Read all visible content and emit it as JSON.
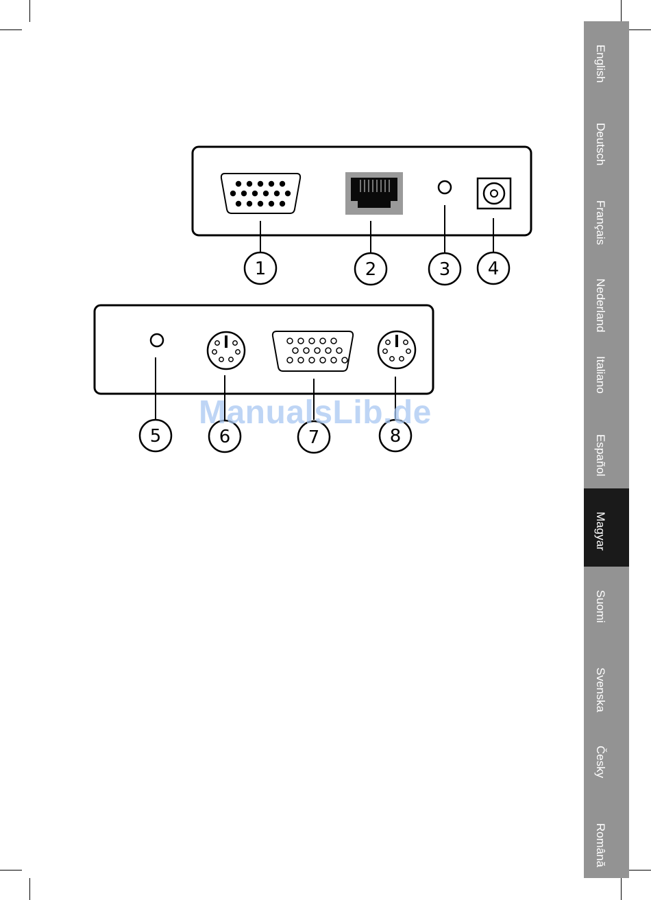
{
  "watermark": "ManualsLib.de",
  "languages": [
    {
      "label": "English",
      "active": false
    },
    {
      "label": "Deutsch",
      "active": false
    },
    {
      "label": "Français",
      "active": false
    },
    {
      "label": "Nederlands",
      "active": false
    },
    {
      "label": "Italiano",
      "active": false
    },
    {
      "label": "Español",
      "active": false
    },
    {
      "label": "Magyar",
      "active": true
    },
    {
      "label": "Suomi",
      "active": false
    },
    {
      "label": "Svenska",
      "active": false
    },
    {
      "label": "Česky",
      "active": false
    },
    {
      "label": "Română",
      "active": false
    }
  ],
  "callouts": {
    "top": [
      "1",
      "2",
      "3",
      "4"
    ],
    "bottom": [
      "5",
      "6",
      "7",
      "8"
    ]
  },
  "colors": {
    "tab": "#939393",
    "tab_active": "#1a1a1a",
    "watermark": "#a9c8f2"
  }
}
